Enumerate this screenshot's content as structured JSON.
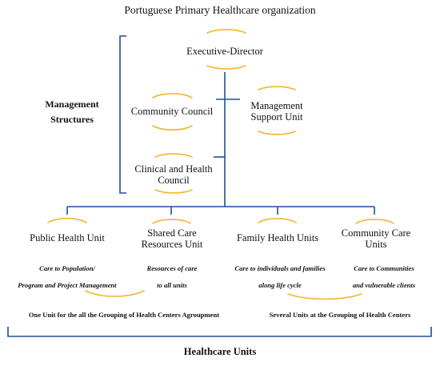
{
  "title": "Portuguese Primary Healthcare organization",
  "management_label": [
    "Management",
    "Structures"
  ],
  "nodes": {
    "executive_director": "Executive-Director",
    "community_council": "Community Council",
    "management_support_unit": [
      "Management",
      "Support Unit"
    ],
    "clinical_health_council": [
      "Clinical and Health",
      "Council"
    ]
  },
  "units": [
    {
      "name": [
        "Public Health Unit"
      ],
      "desc": [
        "Care to Population/",
        "Program and Project Management"
      ]
    },
    {
      "name": [
        "Shared Care",
        "Resources Unit"
      ],
      "desc": [
        "Resources of care",
        "to all units"
      ]
    },
    {
      "name": [
        "Family Health Units"
      ],
      "desc": [
        "Care to individuals and families",
        "along life cycle"
      ]
    },
    {
      "name": [
        "Community Care",
        "Units"
      ],
      "desc": [
        "Care to Communities",
        "and vulnerable clients"
      ]
    }
  ],
  "footnotes": {
    "left": "One Unit for the all the Grouping of Health Centers Agroupment",
    "right": "Several Units at the Grouping of Health Centers"
  },
  "healthcare_units_label": "Healthcare Units",
  "colors": {
    "line": "#1f4e9c",
    "arc": "#f2b632",
    "text": "#111111"
  }
}
